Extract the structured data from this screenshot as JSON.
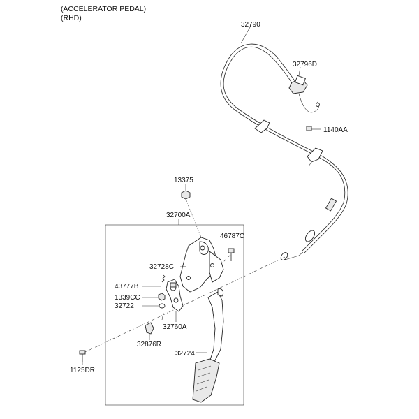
{
  "title": {
    "line1": "(ACCELERATOR PEDAL)",
    "line2": "(RHD)"
  },
  "callouts": [
    {
      "id": "cable",
      "text": "32790"
    },
    {
      "id": "clip",
      "text": "32796D"
    },
    {
      "id": "bolt-upper",
      "text": "1140AA"
    },
    {
      "id": "nut-top",
      "text": "13375"
    },
    {
      "id": "pedal-assy",
      "text": "32700A"
    },
    {
      "id": "bolt-46787",
      "text": "46787C"
    },
    {
      "id": "bracket",
      "text": "32728C"
    },
    {
      "id": "pin",
      "text": "43777B"
    },
    {
      "id": "nut-1339",
      "text": "1339CC"
    },
    {
      "id": "bushing",
      "text": "32722"
    },
    {
      "id": "lever",
      "text": "32760A"
    },
    {
      "id": "stopper",
      "text": "32876R"
    },
    {
      "id": "pedal-arm",
      "text": "32724"
    },
    {
      "id": "bolt-lower",
      "text": "1125DR"
    }
  ]
}
